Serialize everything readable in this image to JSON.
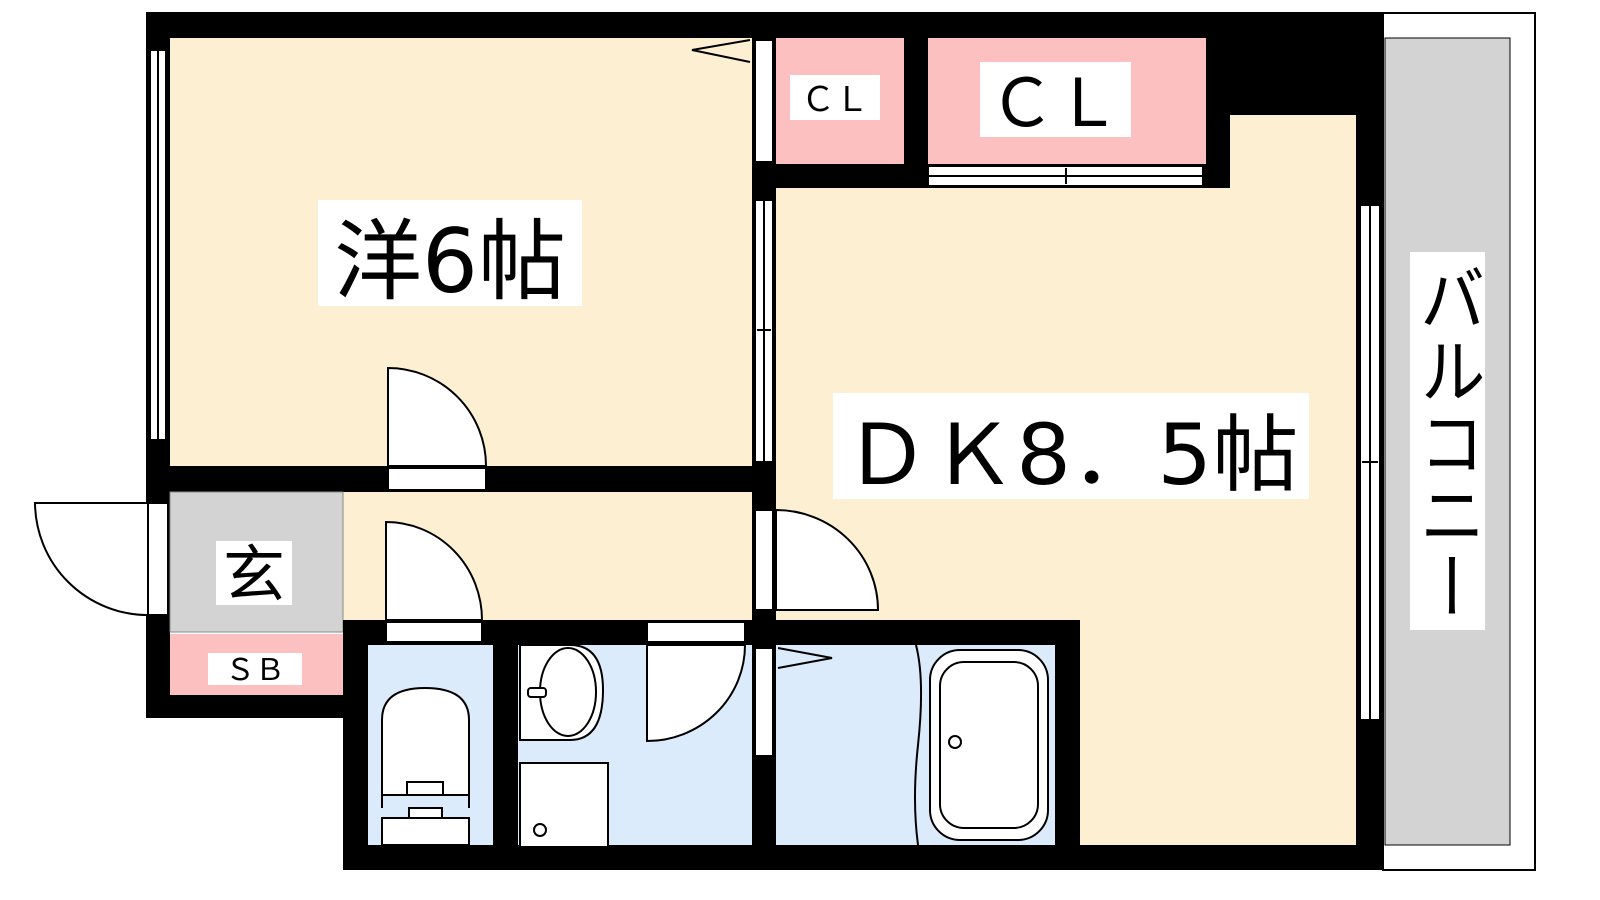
{
  "rooms": {
    "western": "洋6帖",
    "dk": "ＤＫ8．5帖",
    "closet_small": "ＣＬ",
    "closet_large": "ＣＬ",
    "entrance": "玄",
    "shoe_box": "ＳＢ",
    "balcony": "バルコニー"
  },
  "colors": {
    "room": "#fdf0d2",
    "closet": "#fcc0c0",
    "entrance": "#d3d3d3",
    "wet_area": "#dcebfc",
    "balcony": "#d3d3d3",
    "wall": "#000000"
  }
}
